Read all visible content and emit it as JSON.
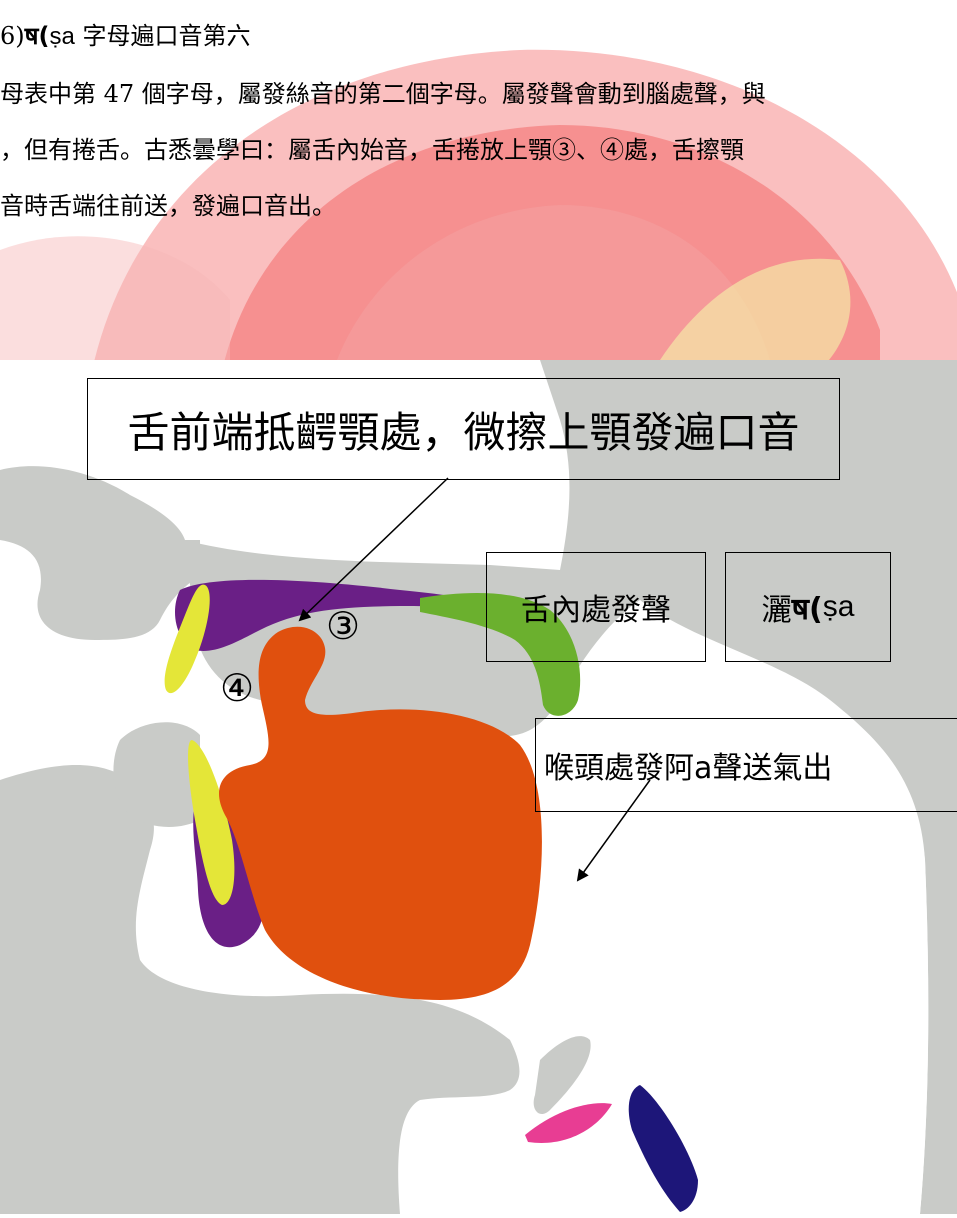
{
  "heading": {
    "prefix": "6)",
    "siddham": "ष(",
    "roman": "ṣa",
    "title": " 字母遍口音第六"
  },
  "paragraph": {
    "lines": [
      "母表中第 47 個字母，屬發絲音的第二個字母。屬發聲會動到腦處聲，與",
      "，但有捲舌。古悉曇學曰：屬舌內始音，舌捲放上顎③、④處，舌擦顎",
      "音時舌端往前送，發遍口音出。"
    ]
  },
  "diagram": {
    "main_label": "舌前端抵齶顎處，微擦上顎發遍口音",
    "marker_3": "③",
    "marker_4": "④",
    "inner_label": "舌內處發聲",
    "sound_label_prefix": "灑",
    "sound_label_siddham": "ष(",
    "sound_label_roman": "ṣa",
    "throat_label": "喉頭處發阿a聲送氣出"
  },
  "colors": {
    "watermark_red": "#f07878",
    "watermark_yellow": "#f7e7a0",
    "head_gray": "#c9cbc8",
    "palate_purple": "#6a1f86",
    "tongue_orange": "#e0500e",
    "velum_green": "#6bb02e",
    "teeth_yellow": "#e4e638",
    "glottis_navy": "#1d1679",
    "cord_pink": "#e83d93"
  }
}
